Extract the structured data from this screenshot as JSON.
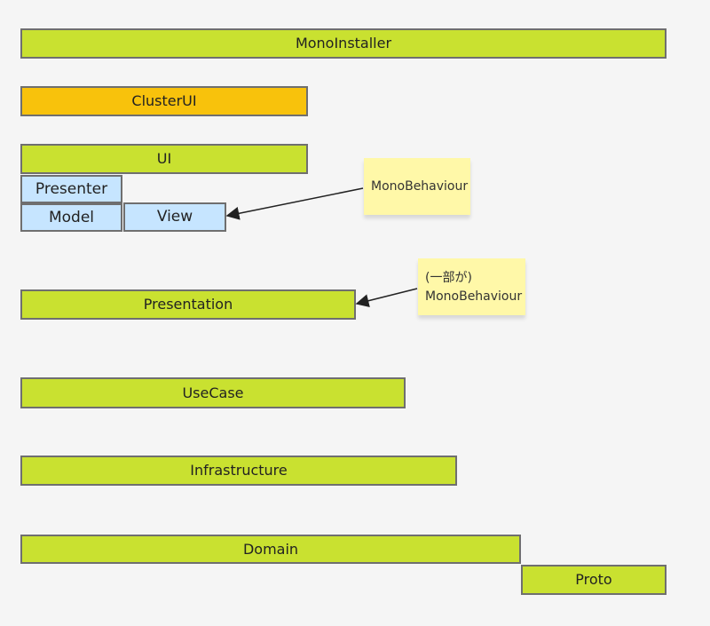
{
  "diagram": {
    "boxes": {
      "mono_installer": "MonoInstaller",
      "cluster_ui": "ClusterUI",
      "ui": "UI",
      "presenter": "Presenter",
      "model": "Model",
      "view": "View",
      "presentation": "Presentation",
      "usecase": "UseCase",
      "infrastructure": "Infrastructure",
      "domain": "Domain",
      "proto": "Proto"
    },
    "notes": {
      "view_note": "MonoBehaviour",
      "presentation_note_line1": "(一部が)",
      "presentation_note_line2": "MonoBehaviour"
    },
    "colors": {
      "background": "#f5f5f5",
      "green": "#c9e130",
      "orange": "#f8c20c",
      "blue": "#c6e5ff",
      "note": "#fff8a8",
      "border": "#6f6f6f"
    }
  }
}
